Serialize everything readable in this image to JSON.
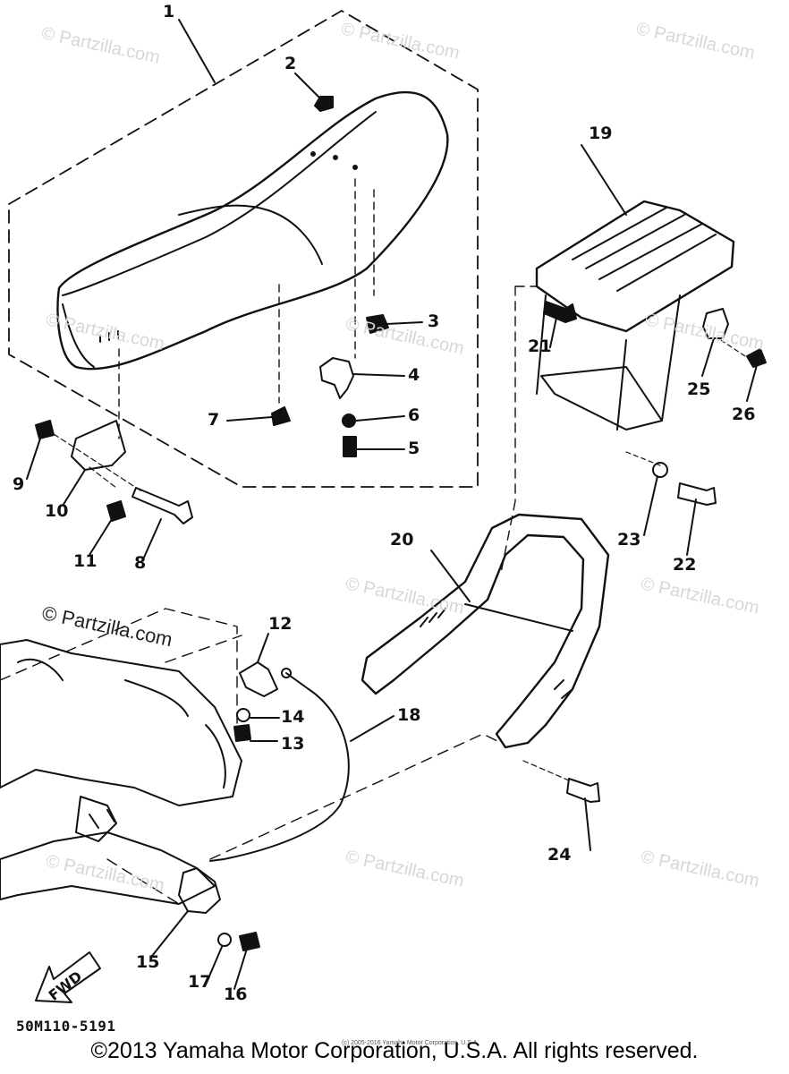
{
  "watermark_text": "© Partzilla.com",
  "callouts": [
    "1",
    "2",
    "3",
    "4",
    "5",
    "6",
    "7",
    "8",
    "9",
    "10",
    "11",
    "12",
    "13",
    "14",
    "15",
    "16",
    "17",
    "18",
    "19",
    "20",
    "21",
    "22",
    "23",
    "24",
    "25",
    "26"
  ],
  "direction_label": "FWD",
  "diagram_code": "50M110-5191",
  "fine_print": "(c) 2005-2016 Yamaha Motor Corporation, U.S.A.",
  "copyright": "©2013 Yamaha Motor Corporation, U.S.A. All rights reserved."
}
